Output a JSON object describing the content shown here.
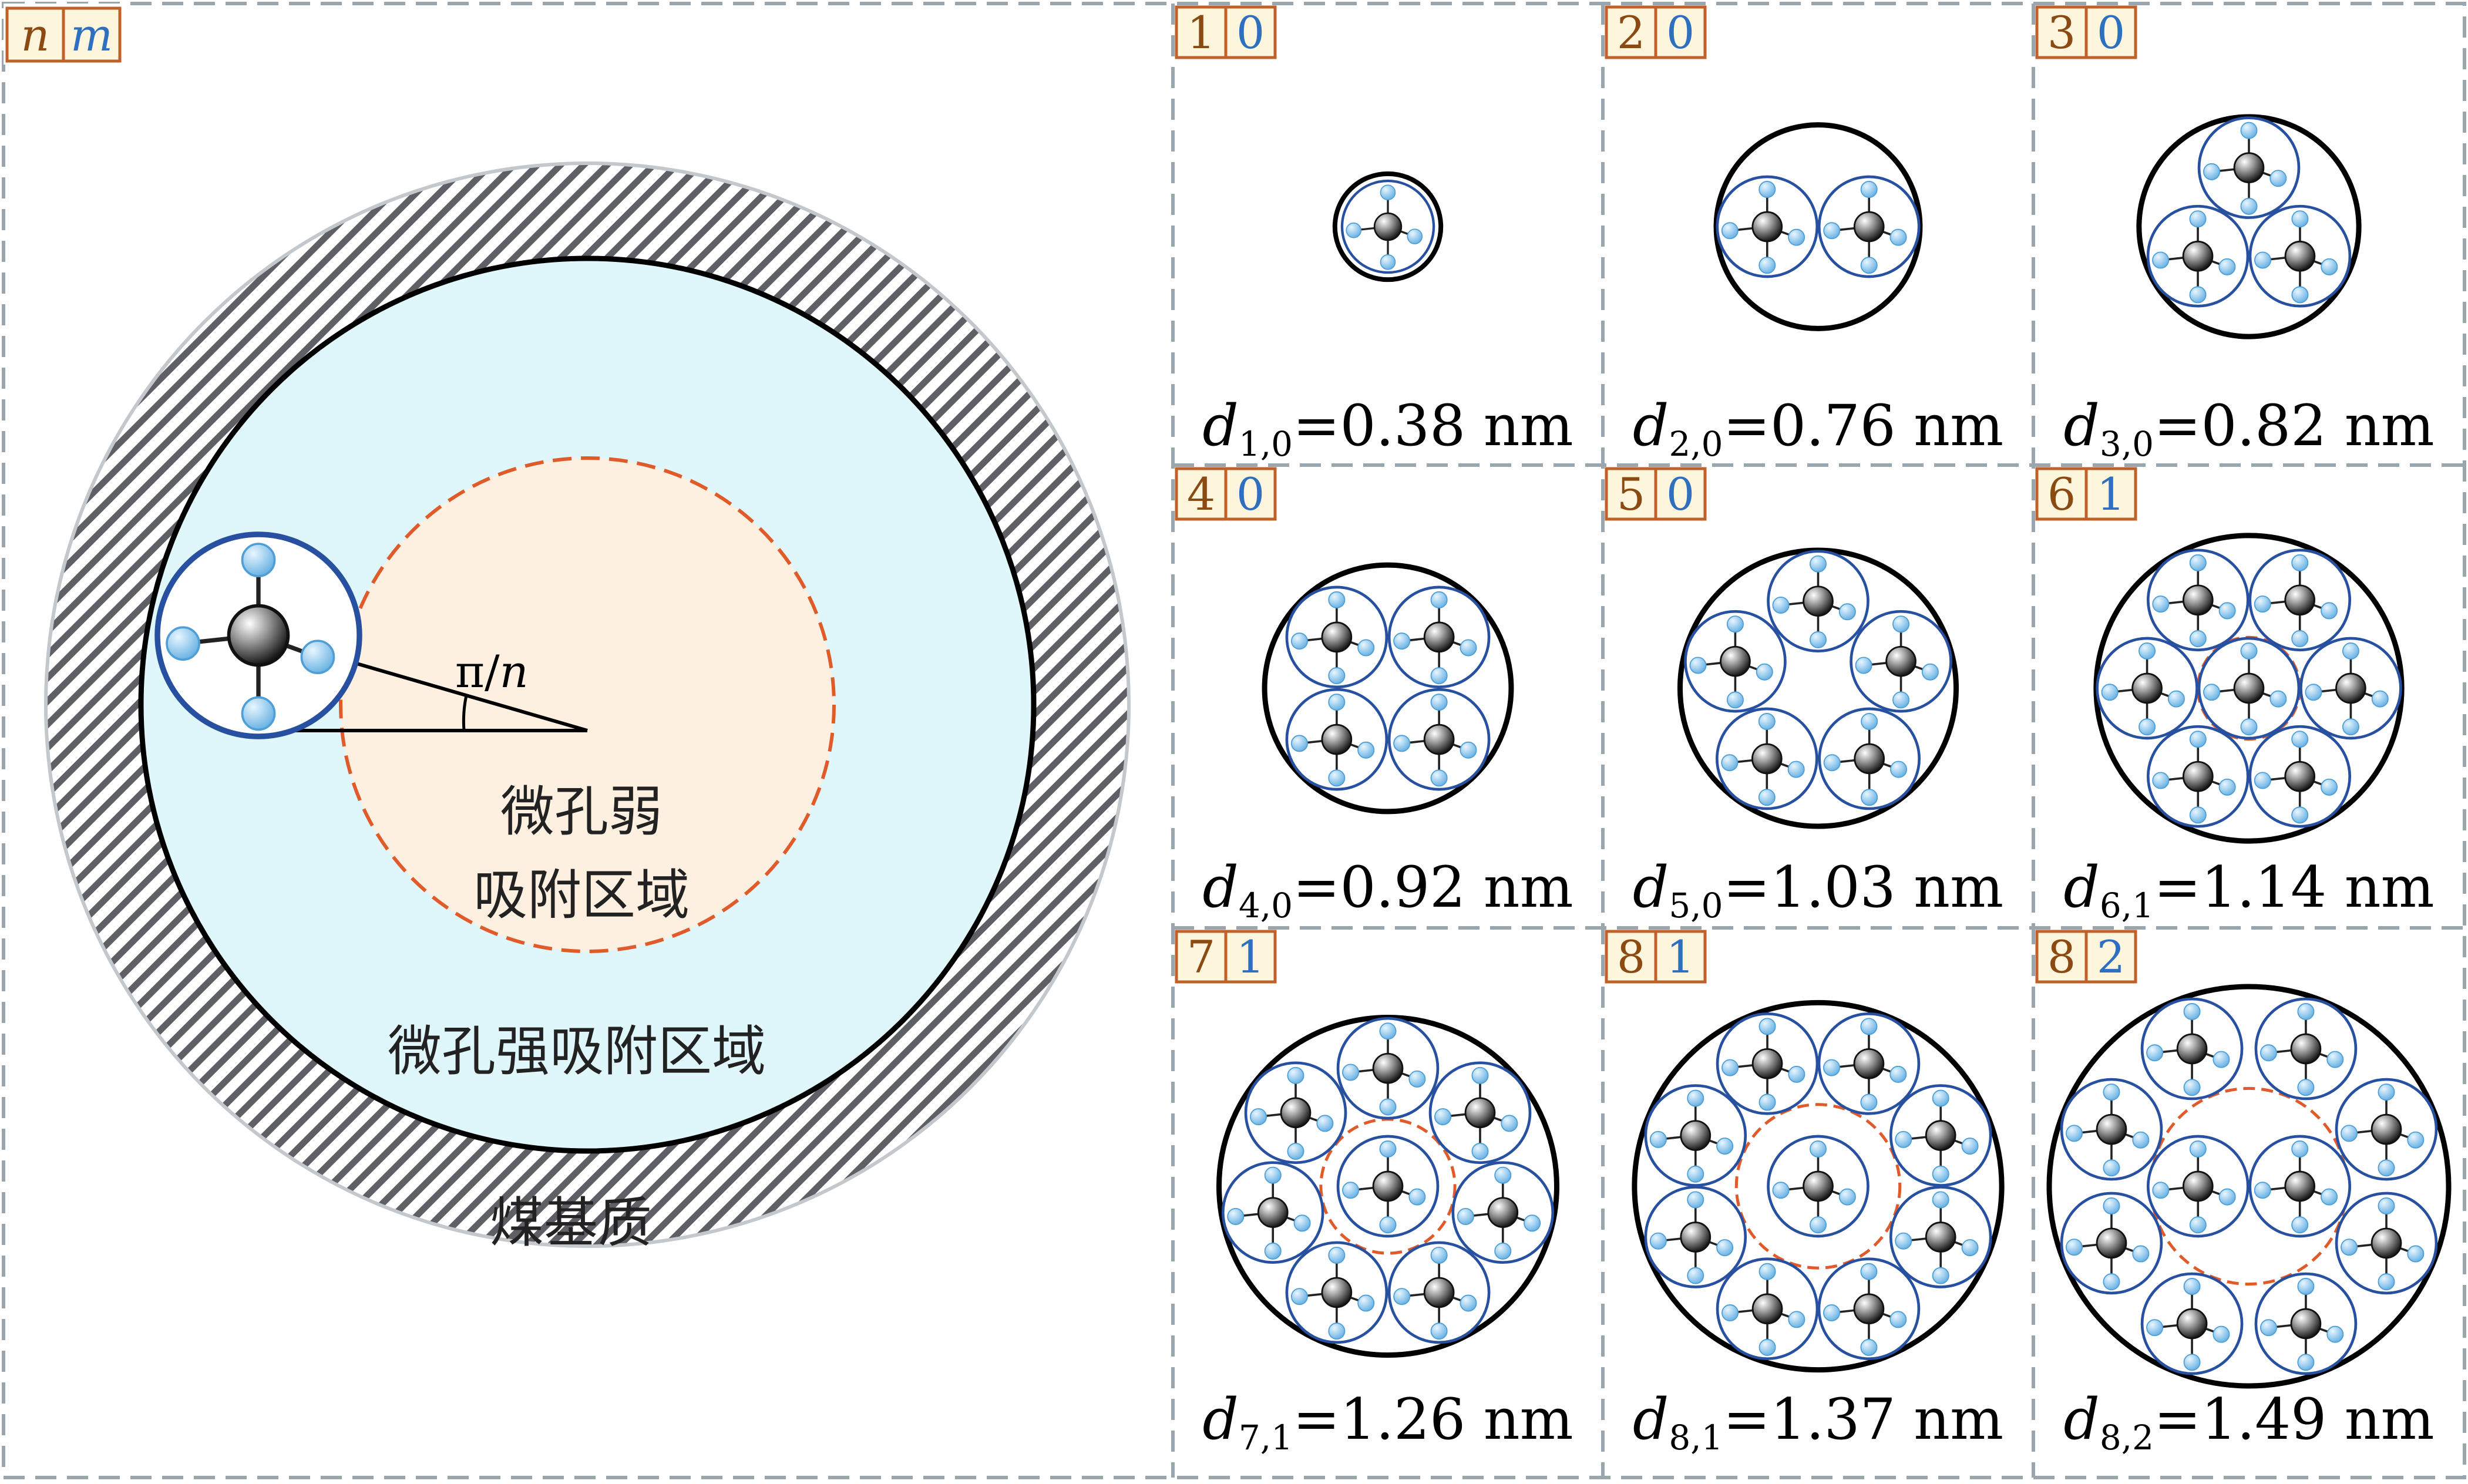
{
  "legend": {
    "n_label": "n",
    "m_label": "m"
  },
  "main": {
    "angle_label_pi": "π/",
    "angle_label_n": "n",
    "weak_zone_line1": "微孔弱",
    "weak_zone_line2": "吸附区域",
    "strong_zone": "微孔强吸附区域",
    "matrix": "煤基质"
  },
  "panels": [
    {
      "n": "1",
      "m": "0",
      "sub": "1,0",
      "value": "=0.38 nm",
      "molecules": 1,
      "ring": 0,
      "center": 0
    },
    {
      "n": "2",
      "m": "0",
      "sub": "2,0",
      "value": "=0.76 nm",
      "molecules": 2,
      "ring": 2,
      "center": 0
    },
    {
      "n": "3",
      "m": "0",
      "sub": "3,0",
      "value": "=0.82 nm",
      "molecules": 3,
      "ring": 3,
      "center": 0
    },
    {
      "n": "4",
      "m": "0",
      "sub": "4,0",
      "value": "=0.92 nm",
      "molecules": 4,
      "ring": 4,
      "center": 0
    },
    {
      "n": "5",
      "m": "0",
      "sub": "5,0",
      "value": "=1.03 nm",
      "molecules": 5,
      "ring": 5,
      "center": 0
    },
    {
      "n": "6",
      "m": "1",
      "sub": "6,1",
      "value": "=1.14 nm",
      "molecules": 7,
      "ring": 6,
      "center": 1
    },
    {
      "n": "7",
      "m": "1",
      "sub": "7,1",
      "value": "=1.26 nm",
      "molecules": 8,
      "ring": 7,
      "center": 1
    },
    {
      "n": "8",
      "m": "1",
      "sub": "8,1",
      "value": "=1.37 nm",
      "molecules": 9,
      "ring": 8,
      "center": 1
    },
    {
      "n": "8",
      "m": "2",
      "sub": "8,2",
      "value": "=1.49 nm",
      "molecules": 10,
      "ring": 8,
      "center": 2
    }
  ],
  "colors": {
    "n_color": "#8b4a12",
    "m_color": "#2f6fc0",
    "label_bg": "#fdf6dc",
    "label_border": "#c0602a",
    "molecule_ring": "#2850a0",
    "hydrogen": "#7ec0ea",
    "inner_dash": "#e05a2a",
    "strong_fill": "#dff6fa",
    "weak_fill": "#fdf0e0",
    "panel_border": "#9aa6ae"
  }
}
